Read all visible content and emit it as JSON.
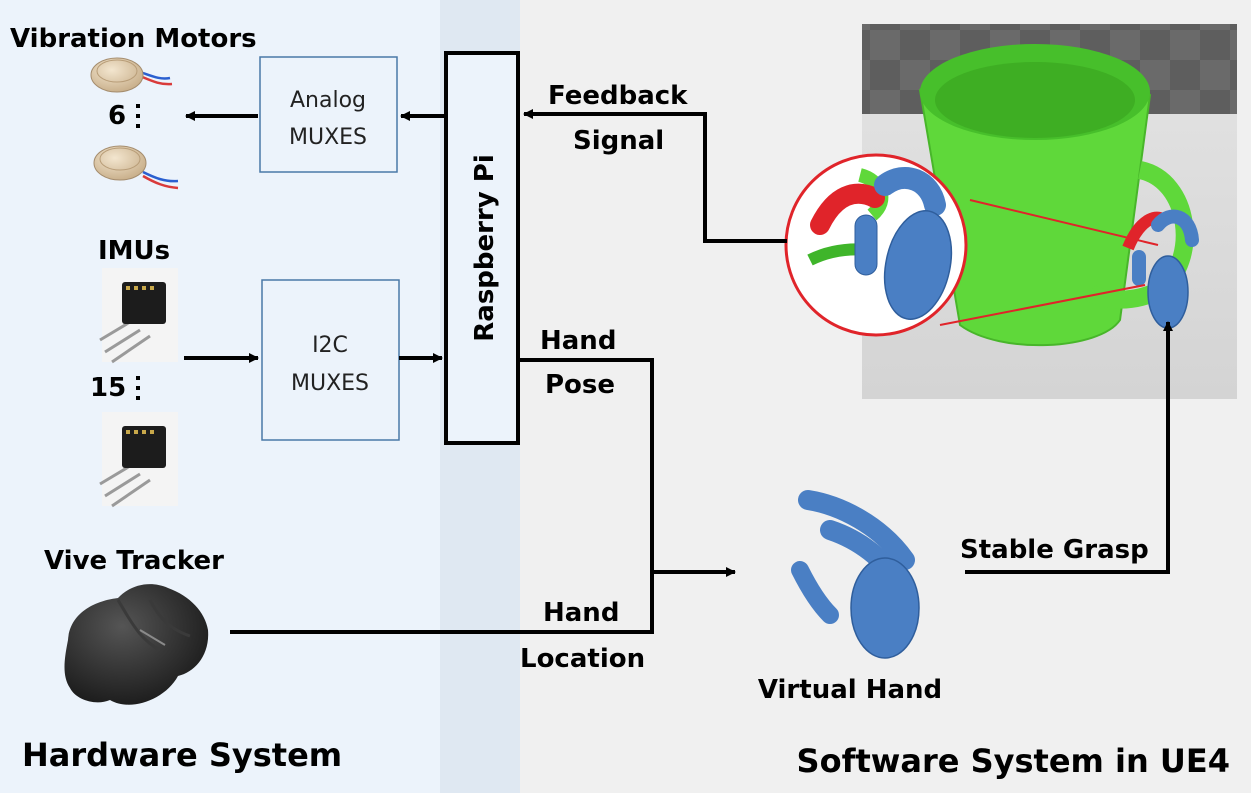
{
  "hardware": {
    "title": "Hardware System",
    "vibration_motors_label": "Vibration Motors",
    "motor_count": "6",
    "imus_label": "IMUs",
    "imu_count": "15",
    "vive_tracker_label": "Vive Tracker",
    "analog_mux": {
      "line1": "Analog",
      "line2": "MUXES"
    },
    "i2c_mux": {
      "line1": "I2C",
      "line2": "MUXES"
    },
    "raspberry_pi_label": "Raspberry Pi"
  },
  "software": {
    "title": "Software System in UE4",
    "virtual_hand_label": "Virtual Hand"
  },
  "signals": {
    "feedback": {
      "line1": "Feedback",
      "line2": "Signal"
    },
    "hand_pose": {
      "line1": "Hand",
      "line2": "Pose"
    },
    "hand_location": {
      "line1": "Hand",
      "line2": "Location"
    },
    "stable_grasp": "Stable Grasp"
  },
  "colors": {
    "hardware_panel": "#ecf3fb",
    "software_panel": "#f0f0f0",
    "box_border": "#4a79a8",
    "cup_green": "#5fd83a",
    "finger_red": "#e0242a",
    "hand_blue": "#4a7fc4"
  }
}
